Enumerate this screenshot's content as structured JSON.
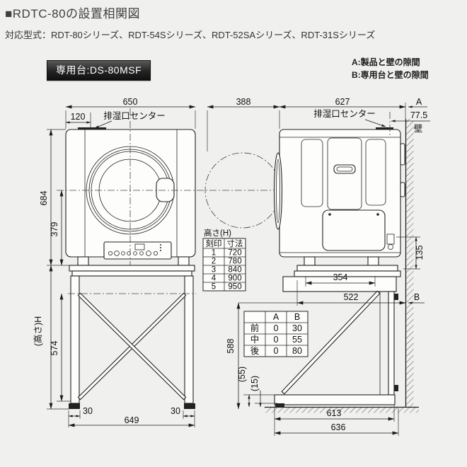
{
  "header": {
    "title": "■RDTC-80の設置相関図",
    "models": "対応型式：RDT-80シリーズ、RDT-54Sシリーズ、RDT-52SAシリーズ、RDT-31Sシリーズ",
    "stand_badge": "専用台:DS-80MSF",
    "note_a": "A:製品と壁の隙間",
    "note_b": "B:専用台と壁の隙間"
  },
  "front_view": {
    "width_total": "650",
    "exhaust_offset": "120",
    "exhaust_label": "排湿口センター",
    "height_total": "684",
    "door_center_height": "379",
    "stand_height_label": "(高さ)H",
    "stand_inner_height": "574",
    "foot_left": "30",
    "stand_width": "649",
    "foot_right": "30"
  },
  "side_view": {
    "door_clearance": "388",
    "depth_total": "627",
    "gap_a_label": "A",
    "exhaust_label": "排湿口センター",
    "exhaust_to_wall": "77.5",
    "wall_label": "壁",
    "lower_clearance": "135",
    "stand_top_depth": "354",
    "stand_depth": "522",
    "gap_b_label": "B",
    "stand_height": "588",
    "base_offset_55": "(55)",
    "base_offset_15": "(15)",
    "base_depth": "613",
    "base_total_depth": "636"
  },
  "height_table": {
    "title": "高さ(H)",
    "headers": [
      "刻印",
      "寸法"
    ],
    "rows": [
      [
        "1",
        "720"
      ],
      [
        "2",
        "780"
      ],
      [
        "3",
        "840"
      ],
      [
        "4",
        "900"
      ],
      [
        "5",
        "950"
      ]
    ]
  },
  "gap_table": {
    "headers": [
      "",
      "A",
      "B"
    ],
    "rows": [
      [
        "前",
        "0",
        "30"
      ],
      [
        "中",
        "0",
        "55"
      ],
      [
        "後",
        "0",
        "80"
      ]
    ]
  },
  "colors": {
    "background": "#f0f0ee",
    "line": "#222222",
    "badge_bg": "#2a2a2a",
    "badge_text": "#ffffff"
  }
}
